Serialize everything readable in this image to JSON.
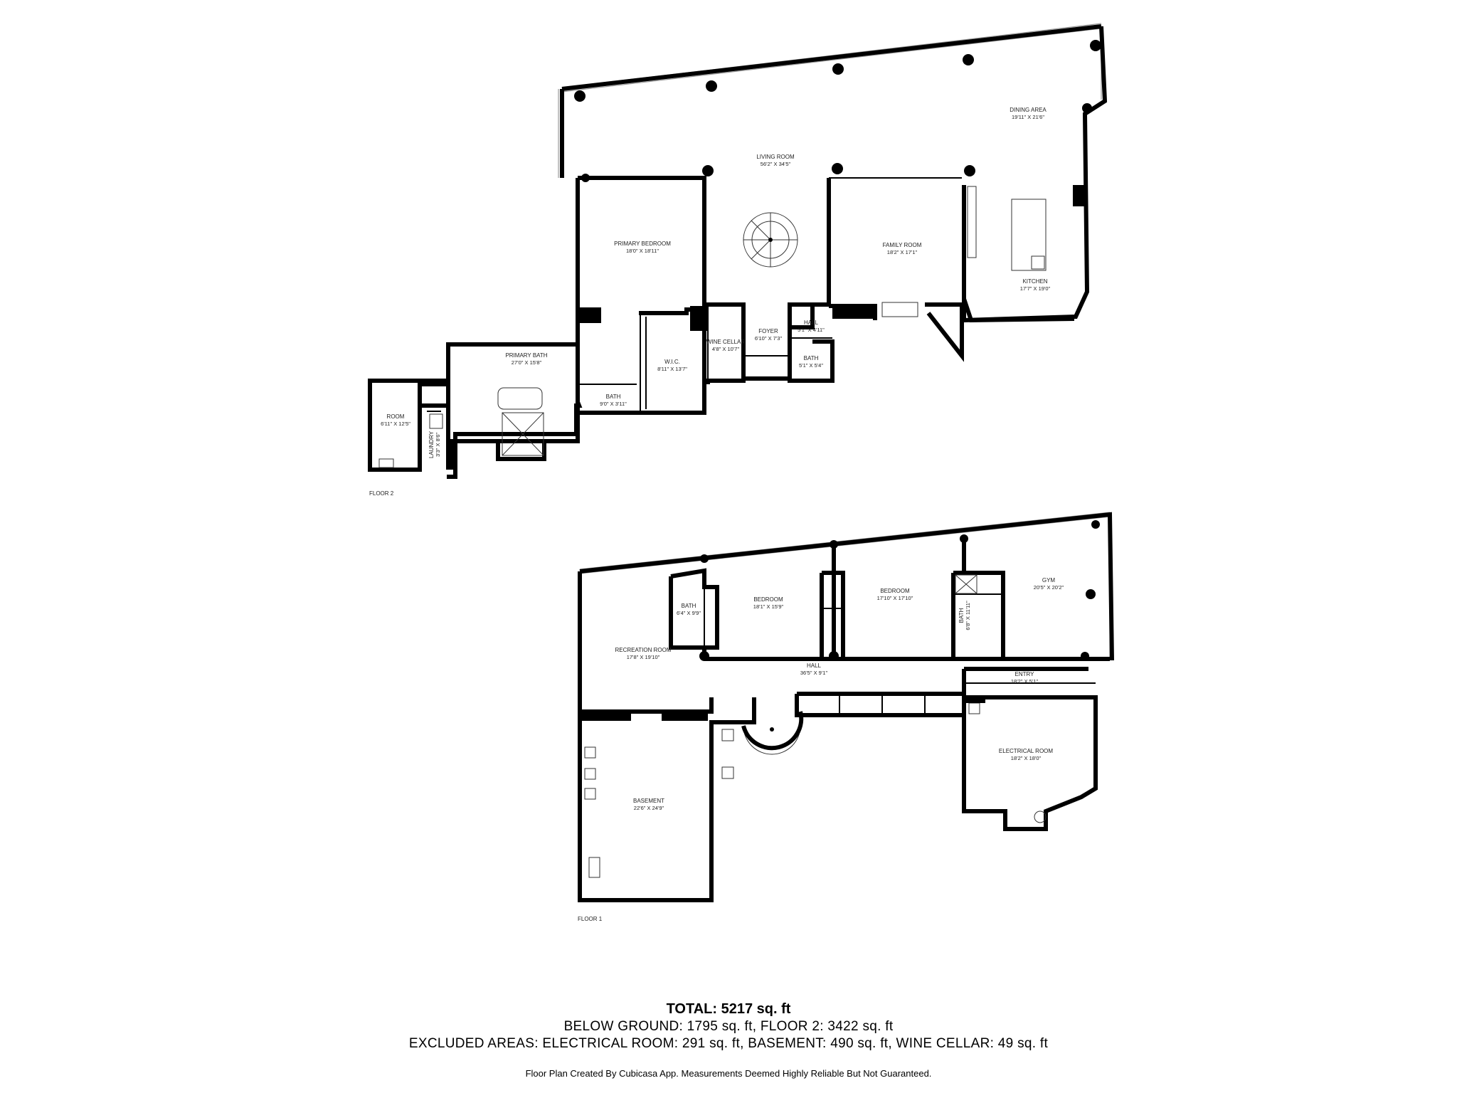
{
  "floor2": {
    "label": "FLOOR 2",
    "rooms": [
      {
        "id": "dining",
        "name": "DINING AREA",
        "dim": "19'11\" X 21'6\""
      },
      {
        "id": "living",
        "name": "LIVING ROOM",
        "dim": "56'2\" X 34'5\""
      },
      {
        "id": "primary_bedroom",
        "name": "PRIMARY BEDROOM",
        "dim": "18'0\" X 18'11\""
      },
      {
        "id": "family",
        "name": "FAMILY ROOM",
        "dim": "18'2\" X 17'1\""
      },
      {
        "id": "kitchen",
        "name": "KITCHEN",
        "dim": "17'7\" X 19'0\""
      },
      {
        "id": "hall",
        "name": "HALL",
        "dim": "5'1\" X 4'11\""
      },
      {
        "id": "foyer",
        "name": "FOYER",
        "dim": "6'10\" X 7'3\""
      },
      {
        "id": "wine",
        "name": "WINE CELLAR",
        "dim": "4'8\" X 10'7\""
      },
      {
        "id": "wic",
        "name": "W.I.C.",
        "dim": "8'11\" X 13'7\""
      },
      {
        "id": "bath_small",
        "name": "BATH",
        "dim": "5'1\" X 5'4\""
      },
      {
        "id": "primary_bath",
        "name": "PRIMARY BATH",
        "dim": "27'0\" X 15'8\""
      },
      {
        "id": "bath",
        "name": "BATH",
        "dim": "9'0\" X 3'11\""
      },
      {
        "id": "room",
        "name": "ROOM",
        "dim": "6'11\" X 12'5\""
      },
      {
        "id": "laundry",
        "name": "LAUNDRY",
        "dim": "3'3\" X 8'6\""
      }
    ]
  },
  "floor1": {
    "label": "FLOOR 1",
    "rooms": [
      {
        "id": "bath1",
        "name": "BATH",
        "dim": "6'4\" X 9'9\""
      },
      {
        "id": "bedroom1",
        "name": "BEDROOM",
        "dim": "18'1\" X 15'9\""
      },
      {
        "id": "bedroom2",
        "name": "BEDROOM",
        "dim": "17'10\" X 17'10\""
      },
      {
        "id": "bath2",
        "name": "BATH",
        "dim": "6'8\" X 11'11\""
      },
      {
        "id": "gym",
        "name": "GYM",
        "dim": "20'5\" X 20'2\""
      },
      {
        "id": "recreation",
        "name": "RECREATION ROOM",
        "dim": "17'8\" X 19'10\""
      },
      {
        "id": "hall1",
        "name": "HALL",
        "dim": "36'5\" X 9'1\""
      },
      {
        "id": "entry",
        "name": "ENTRY",
        "dim": "18'2\" X 5'1\""
      },
      {
        "id": "electrical",
        "name": "ELECTRICAL ROOM",
        "dim": "18'2\" X 18'0\""
      },
      {
        "id": "basement",
        "name": "BASEMENT",
        "dim": "22'6\" X 24'9\""
      }
    ]
  },
  "footer": {
    "total": "TOTAL: 5217 sq. ft",
    "line1": "BELOW GROUND: 1795 sq. ft, FLOOR 2: 3422 sq. ft",
    "line2": "EXCLUDED AREAS: ELECTRICAL ROOM: 291 sq. ft, BASEMENT: 490 sq. ft, WINE CELLAR: 49 sq. ft",
    "credit": "Floor Plan Created By Cubicasa App. Measurements Deemed Highly Reliable But Not Guaranteed."
  }
}
